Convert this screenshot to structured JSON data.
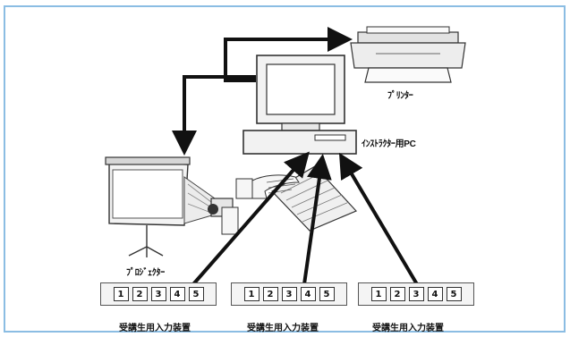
{
  "labels": {
    "printer": "ﾌﾟﾘﾝﾀｰ",
    "instructor_pc": "ｲﾝｽﾄﾗｸﾀｰ用PC",
    "projector": "ﾌﾟﾛｼﾞｪｸﾀｰ"
  },
  "devices": [
    {
      "keys": [
        "1",
        "2",
        "3",
        "4",
        "5"
      ],
      "label": "受講生用入力装置"
    },
    {
      "keys": [
        "1",
        "2",
        "3",
        "4",
        "5"
      ],
      "label": "受講生用入力装置"
    },
    {
      "keys": [
        "1",
        "2",
        "3",
        "4",
        "5"
      ],
      "label": "受講生用入力装置"
    }
  ],
  "colors": {
    "frame_border": "#8bbde3",
    "arrow": "#111111",
    "device_fill": "#f4f4f4"
  }
}
